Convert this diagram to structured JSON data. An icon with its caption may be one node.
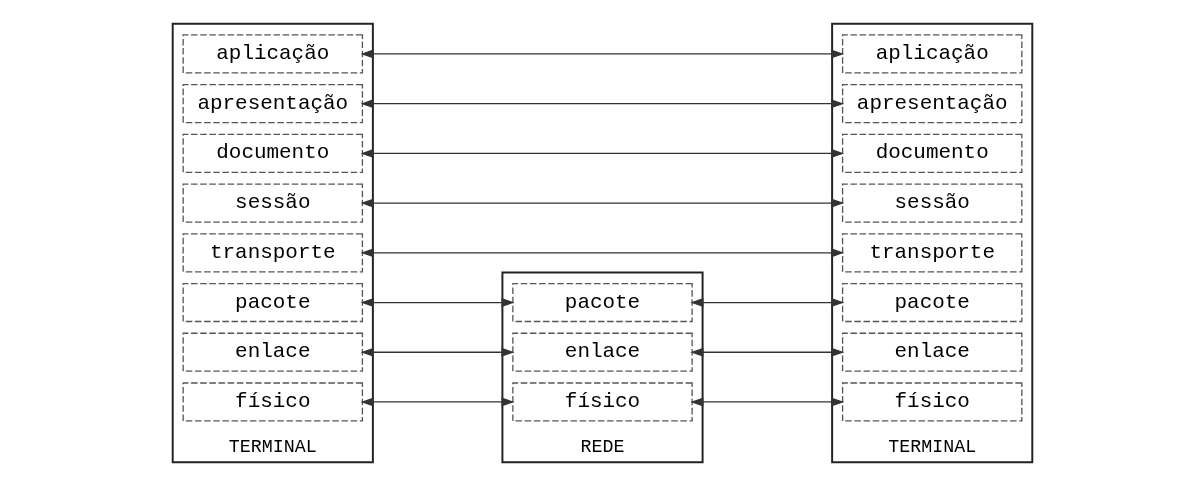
{
  "diagram": {
    "nodes": [
      {
        "text": [
          "TERMINAL"
        ]
      },
      {
        "text": [
          "aplicação"
        ],
        "in": 0
      },
      {
        "text": [
          "apresentação"
        ],
        "in": 0
      },
      {
        "text": [
          "documento"
        ],
        "in": 0
      },
      {
        "text": [
          "sessão"
        ],
        "in": 0
      },
      {
        "text": [
          "transporte"
        ],
        "in": 0
      },
      {
        "text": [
          "pacote"
        ],
        "in": 0
      },
      {
        "text": [
          "enlace"
        ],
        "in": 0
      },
      {
        "text": [
          "físico"
        ],
        "in": 0
      },
      {
        "text": [
          "REDE"
        ]
      },
      {
        "text": [
          "pacote"
        ],
        "in": 9
      },
      {
        "text": [
          "enlace"
        ],
        "in": 9
      },
      {
        "text": [
          "físico"
        ],
        "in": 9
      },
      {
        "text": [
          "TERMINAL"
        ]
      },
      {
        "text": [
          "aplicação"
        ],
        "in": 13
      },
      {
        "text": [
          "apresentação"
        ],
        "in": 13
      },
      {
        "text": [
          "documento"
        ],
        "in": 13
      },
      {
        "text": [
          "sessão"
        ],
        "in": 13
      },
      {
        "text": [
          "transporte"
        ],
        "in": 13
      },
      {
        "text": [
          "pacote"
        ],
        "in": 13
      },
      {
        "text": [
          "enlace"
        ],
        "in": 13
      },
      {
        "text": [
          "físico"
        ],
        "in": 13
      }
    ],
    "edges": [
      {
        "from": 1,
        "to": 14,
        "arrow": "both"
      },
      {
        "from": 2,
        "to": 15,
        "arrow": "both"
      },
      {
        "from": 3,
        "to": 16,
        "arrow": "both"
      },
      {
        "from": 4,
        "to": 17,
        "arrow": "both"
      },
      {
        "from": 5,
        "to": 18,
        "arrow": "both"
      },
      {
        "from": 6,
        "to": 10,
        "arrow": "both"
      },
      {
        "from": 7,
        "to": 11,
        "arrow": "both"
      },
      {
        "from": 8,
        "to": 12,
        "arrow": "both"
      },
      {
        "from": 10,
        "to": 19,
        "arrow": "both"
      },
      {
        "from": 11,
        "to": 20,
        "arrow": "both"
      },
      {
        "from": 12,
        "to": 21,
        "arrow": "both"
      }
    ]
  }
}
